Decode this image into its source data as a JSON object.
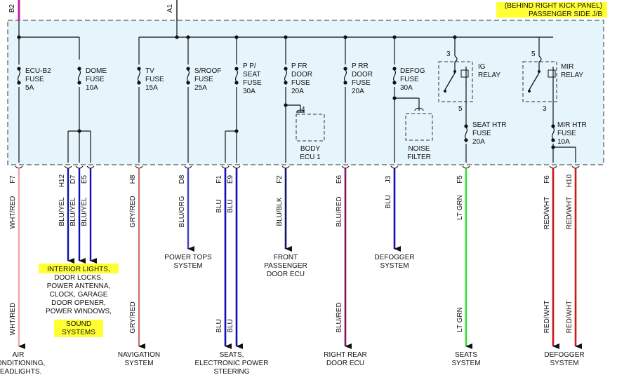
{
  "header": {
    "location_line1": "(BEHIND RIGHT KICK PANEL)",
    "location_line2": "PASSENGER SIDE J/B"
  },
  "inputs": [
    {
      "pin": "B2"
    },
    {
      "pin": "A1"
    }
  ],
  "fuses": [
    {
      "lines": [
        "ECU-B2",
        "FUSE",
        "5A"
      ]
    },
    {
      "lines": [
        "DOME",
        "FUSE",
        "10A"
      ]
    },
    {
      "lines": [
        "TV",
        "FUSE",
        "15A"
      ]
    },
    {
      "lines": [
        "S/ROOF",
        "FUSE",
        "25A"
      ]
    },
    {
      "lines": [
        "P P/",
        "SEAT",
        "FUSE",
        "30A"
      ]
    },
    {
      "lines": [
        "P FR",
        "DOOR",
        "FUSE",
        "20A"
      ]
    },
    {
      "lines": [
        "P RR",
        "DOOR",
        "FUSE",
        "20A"
      ]
    },
    {
      "lines": [
        "DEFOG",
        "FUSE",
        "30A"
      ]
    },
    {
      "lines": [
        "SEAT HTR",
        "FUSE",
        "20A"
      ]
    },
    {
      "lines": [
        "MIR HTR",
        "FUSE",
        "10A"
      ]
    }
  ],
  "relays": [
    {
      "lines": [
        "IG",
        "RELAY"
      ],
      "pin_in": "3",
      "pin_out": "5"
    },
    {
      "lines": [
        "MIR",
        "RELAY"
      ],
      "pin_in": "5",
      "pin_out": "3"
    }
  ],
  "internal_blocks": [
    {
      "lines": [
        "BODY",
        "ECU 1"
      ],
      "pin": "4"
    },
    {
      "lines": [
        "NOISE",
        "FILTER"
      ]
    }
  ],
  "connectors": [
    {
      "pin": "F7",
      "wire_top": "WHT/RED",
      "wire_bottom": "WHT/RED"
    },
    {
      "pin": "H12",
      "wire_top": "BLU/YEL"
    },
    {
      "pin": "D7",
      "wire_top": "BLU/YEL"
    },
    {
      "pin": "E5",
      "wire_top": "BLU/YEL"
    },
    {
      "pin": "H8",
      "wire_top": "GRY/RED",
      "wire_bottom": "GRY/RED"
    },
    {
      "pin": "D8",
      "wire_top": "BLU/ORG"
    },
    {
      "pin": "F1",
      "wire_top": "BLU",
      "wire_bottom": "BLU"
    },
    {
      "pin": "E9",
      "wire_top": "BLU",
      "wire_bottom": "BLU"
    },
    {
      "pin": "F2",
      "wire_top": "BLU/BLK"
    },
    {
      "pin": "E6",
      "wire_top": "BLU/RED",
      "wire_bottom": "BLU/RED"
    },
    {
      "pin": "J3",
      "wire_top": "BLU"
    },
    {
      "pin": "F5",
      "wire_top": "LT GRN",
      "wire_bottom": "LT GRN"
    },
    {
      "pin": "F6",
      "wire_top": "RED/WHT",
      "wire_bottom": "RED/WHT"
    },
    {
      "pin": "H10",
      "wire_top": "RED/WHT",
      "wire_bottom": "RED/WHT"
    }
  ],
  "destinations": {
    "interior": [
      "INTERIOR LIGHTS,",
      "DOOR LOCKS,",
      "POWER ANTENNA,",
      "CLOCK, GARAGE",
      "DOOR OPENER,",
      "POWER WINDOWS,",
      "SOUND",
      "SYSTEMS"
    ],
    "power_tops": [
      "POWER TOPS",
      "SYSTEM"
    ],
    "front_passenger": [
      "FRONT",
      "PASSENGER",
      "DOOR ECU"
    ],
    "defogger_mid": [
      "DEFOGGER",
      "SYSTEM"
    ],
    "air": [
      "AIR",
      "CONDITIONING,",
      "HEADLIGHTS."
    ],
    "navigation": [
      "NAVIGATION",
      "SYSTEM"
    ],
    "seats_eps": [
      "SEATS,",
      "ELECTRONIC POWER",
      "STEERING"
    ],
    "right_rear": [
      "RIGHT REAR",
      "DOOR ECU"
    ],
    "seats": [
      "SEATS",
      "SYSTEM"
    ],
    "defogger_right": [
      "DEFOGGER",
      "SYSTEM"
    ]
  },
  "colors": {
    "jb_fill": "#e6f4fb",
    "highlight": "#ffff33",
    "wht_red": "#f2a0a8",
    "blu": "#1010b0",
    "blu_orange": "#4040cc",
    "blu_blk": "#141470",
    "blu_red": "#8a1060",
    "lt_grn": "#33dd33",
    "red_wht": "#c81818",
    "gry_red": "#d07070",
    "b2_wire": "#c020a0"
  }
}
